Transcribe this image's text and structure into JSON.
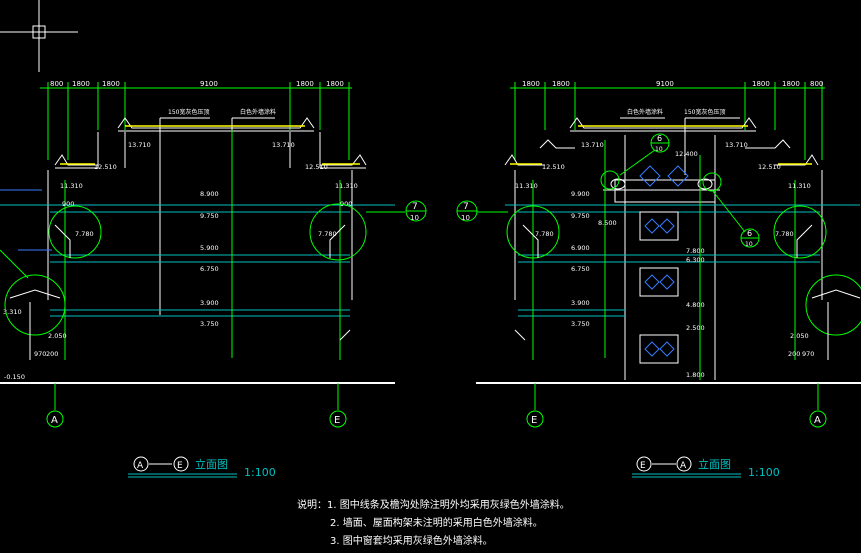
{
  "colors": {
    "background": "#000000",
    "green": "#00ff00",
    "cyan": "#00c0c0",
    "white": "#ffffff",
    "yellow": "#ffff00",
    "blue": "#3a7bff"
  },
  "left_elevation": {
    "title_axis_start": "A",
    "title_axis_end": "E",
    "title_label": "立面图",
    "scale": "1:100",
    "top_dims": [
      "800",
      "1800",
      "1800",
      "9100",
      "1800",
      "1800"
    ],
    "ridge_note": "150宽灰色压顶",
    "wall_note": "白色外墙涂料",
    "levels_left": [
      "13.710",
      "12.510",
      "11.310",
      "7.780",
      "3.310",
      "2.050",
      "970",
      "200",
      "-0.150"
    ],
    "levels_mid": [
      "8.900",
      "9.750",
      "5.900",
      "6.750",
      "3.900",
      "3.750"
    ],
    "levels_right": [
      "13.710",
      "12.510",
      "11.310",
      "900",
      "7.780"
    ],
    "detail_tag": {
      "num": "7",
      "den": "10"
    },
    "axis_bottom": [
      "A",
      "E"
    ]
  },
  "right_elevation": {
    "title_axis_start": "E",
    "title_axis_end": "A",
    "title_label": "立面图",
    "scale": "1:100",
    "top_dims": [
      "1800",
      "1800",
      "9100",
      "1800",
      "1800",
      "800"
    ],
    "ridge_note": "150宽灰色压顶",
    "wall_note": "白色外墙涂料",
    "levels": [
      "13.710",
      "12.510",
      "11.310",
      "12.400",
      "9.900",
      "9.750",
      "8.500",
      "6.900",
      "6.750",
      "7.800",
      "6.300",
      "3.900",
      "3.750",
      "4.800",
      "2.500",
      "1.800",
      "7.780",
      "2.050",
      "200",
      "970"
    ],
    "detail_tag_left": {
      "num": "7",
      "den": "10"
    },
    "detail_tag_6a": {
      "num": "6",
      "den": "10"
    },
    "detail_tag_6b": {
      "num": "6",
      "den": "10"
    },
    "axis_bottom": [
      "E",
      "A"
    ]
  },
  "notes": {
    "line1": "说明：1. 图中线条及檐沟处除注明外均采用灰绿色外墙涂料。",
    "line2": "2. 墙面、屋面构架未注明的采用白色外墙涂料。",
    "line3": "3. 图中窗套均采用灰绿色外墙涂料。"
  }
}
